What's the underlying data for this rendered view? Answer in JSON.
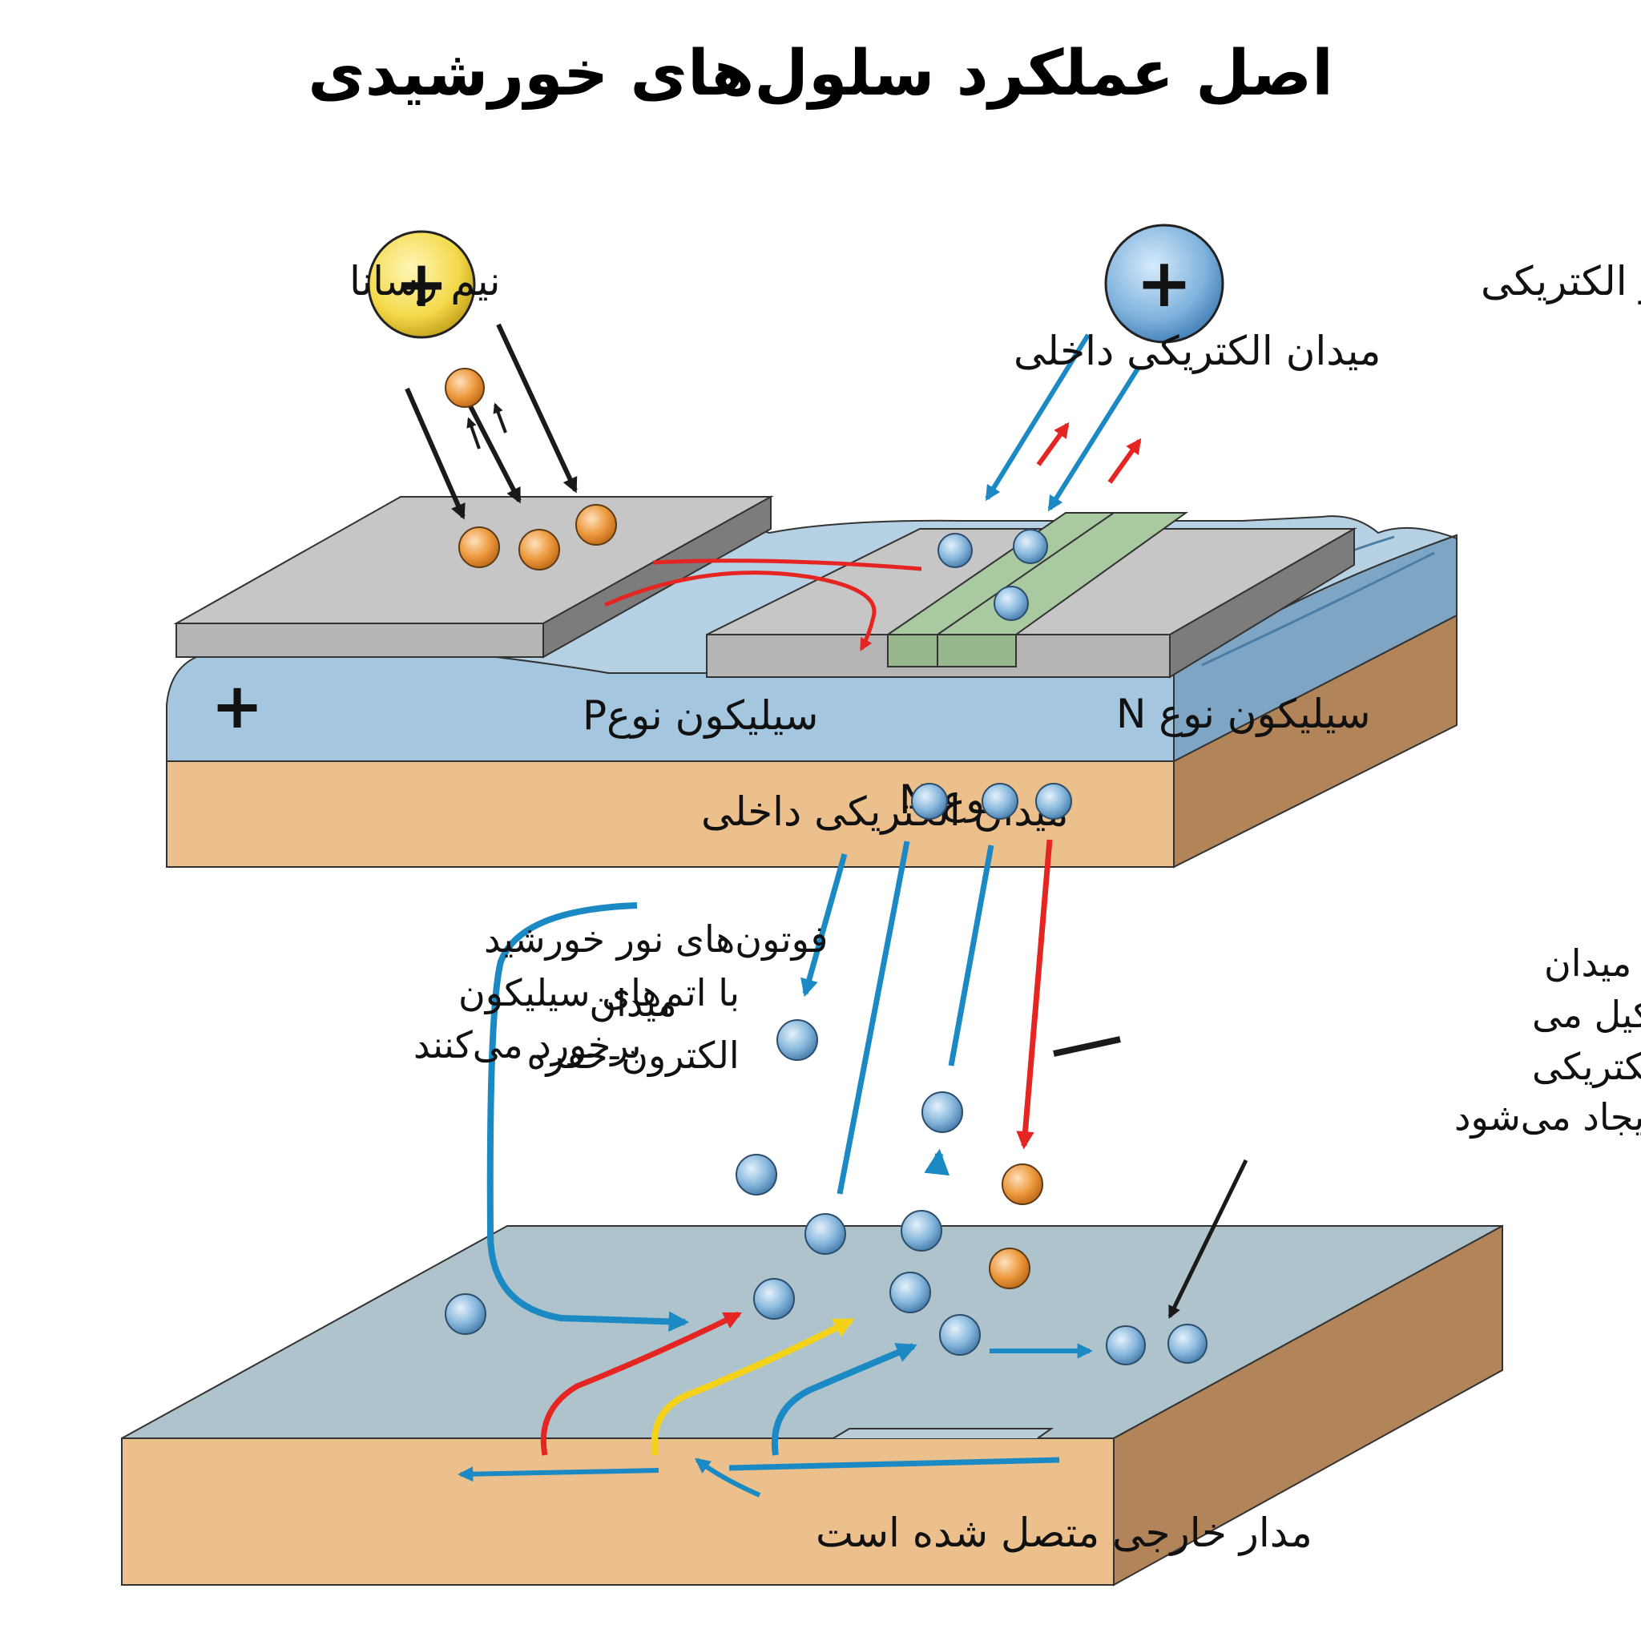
{
  "title": "اصل عملکرد سلول‌های خورشیدی",
  "labels": {
    "semiconductor": "نیم رسانا",
    "electric_charge": "بار الکتریکی",
    "internal_field_top": "میدان الکتریکی داخلی",
    "p_type": "سیلیکون نوعP",
    "n_type": "سیلیکون نوع N",
    "internal_field_layer": "میدان الکتریکی داخلی",
    "n_type_short": "نوع N",
    "photons": [
      "فوتون‌های نور خورشید",
      "با اتم‌های سیلیکون",
      "برخورد می‌کنند"
    ],
    "electron_hole_field": [
      "میدان",
      "الکترون-حفره"
    ],
    "free_electrons": [
      "الکترون‌های آزاد، میدان",
      "الکتریکی را تشکیل می",
      "دهند، جریان الکتریکی",
      "ایجاد می‌شود"
    ],
    "external_circuit": "مدار خارجی متصل شده است"
  },
  "symbols": {
    "plus": "+"
  },
  "colors": {
    "blue_arrow": "#1b8ac4",
    "red_arrow": "#e52521",
    "yellow_arrow": "#f4d21a",
    "electron": "#8ab9dd",
    "hole": "#ee9a3f",
    "slab_top": "#aec3cb",
    "slab_side": "#ebc08c",
    "layer_blue": "#a5c6df",
    "plate_gray": "#c6c6c6",
    "contact_green": "#a9c9a0"
  }
}
